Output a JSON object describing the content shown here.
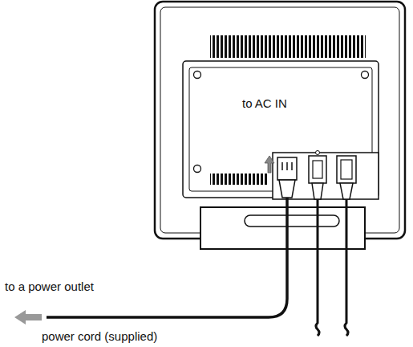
{
  "diagram": {
    "labels": [
      "to AC IN",
      "to a power outlet",
      "power cord (supplied)"
    ]
  }
}
